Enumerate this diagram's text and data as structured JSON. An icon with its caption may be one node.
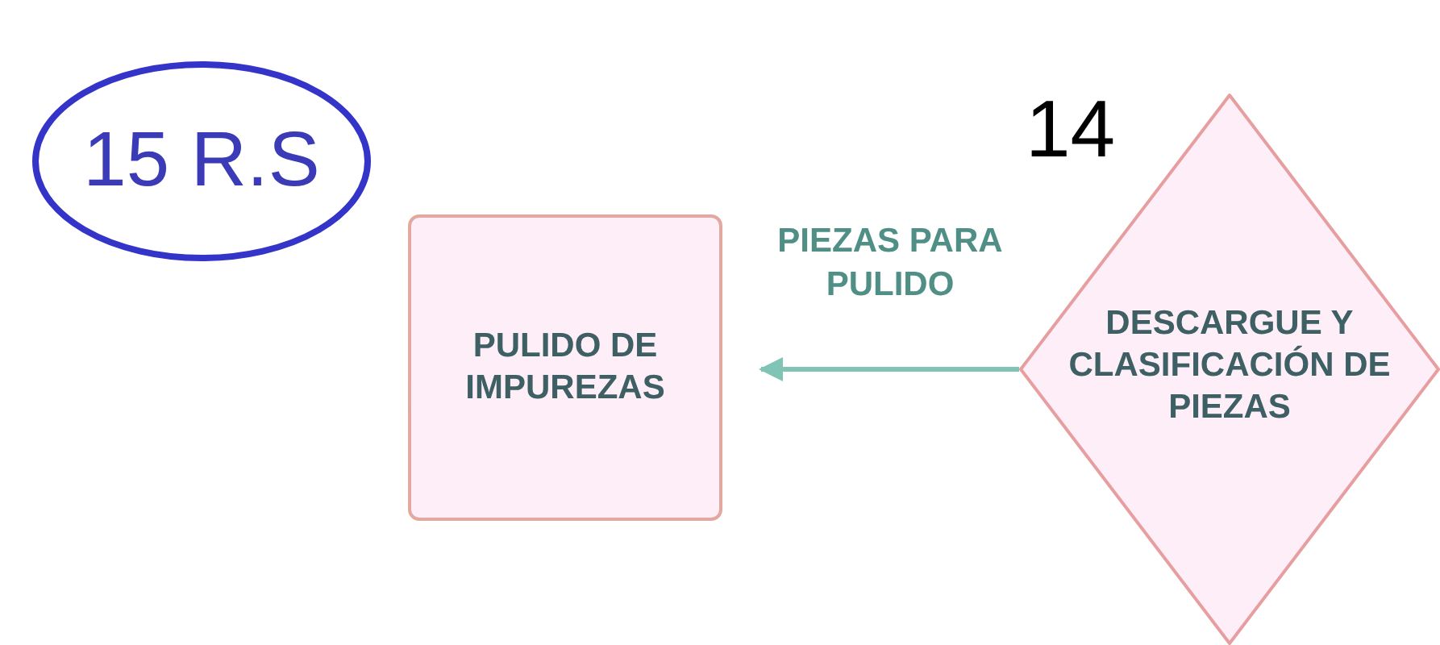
{
  "diagram": {
    "nodes": [
      {
        "text": [
          "15 R.S"
        ]
      },
      {
        "text": [
          "PULIDO DE IMPUREZAS"
        ]
      },
      {
        "text": [
          "DESCARGUE Y CLASIFICACIÓN DE PIEZAS"
        ],
        "beside": [
          "14"
        ]
      }
    ],
    "edges": [
      {
        "from": 2,
        "to": 1,
        "arrow": "to",
        "label": "PIEZAS PARA PULIDO"
      }
    ]
  }
}
